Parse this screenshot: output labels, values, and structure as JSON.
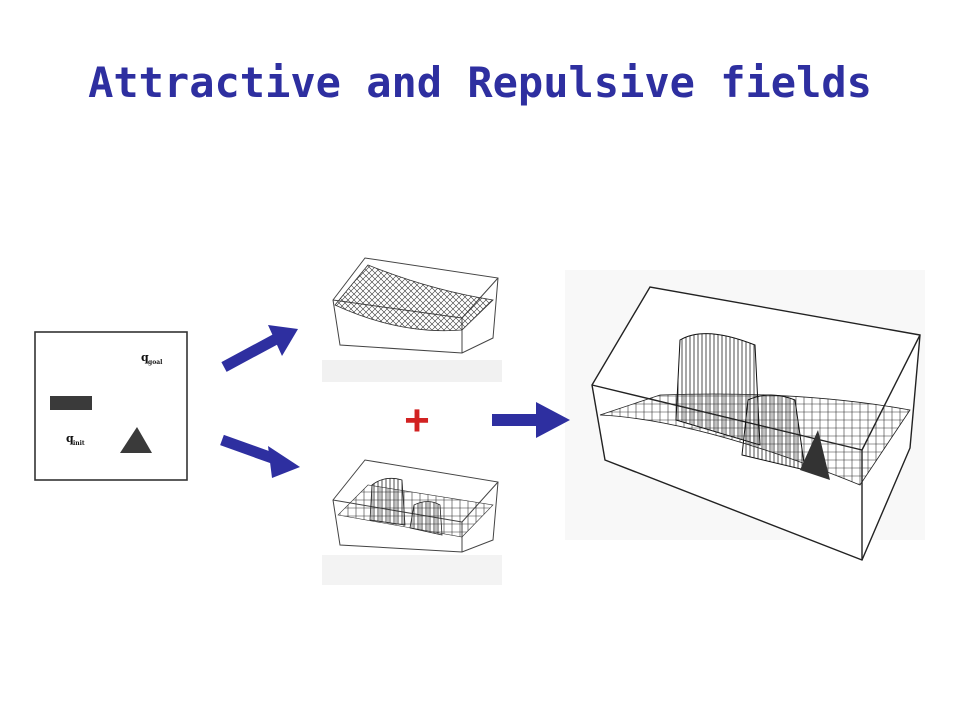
{
  "slide": {
    "title": "Attractive and Repulsive fields",
    "plus_symbol": "+"
  },
  "config_space": {
    "goal_label": "q",
    "goal_subscript": "goal",
    "start_label": "q",
    "start_subscript": "init"
  },
  "colors": {
    "title": "#2e2fa0",
    "arrow": "#2e2fa0",
    "plus": "#d22222",
    "obstacle": "#333333",
    "mesh": "#333333"
  }
}
